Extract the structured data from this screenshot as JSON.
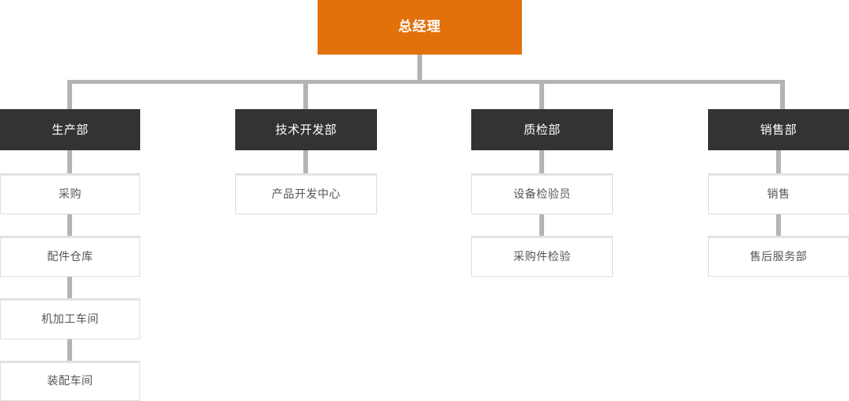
{
  "chart_title": "总经理",
  "colors": {
    "root_bg": "#e2710b",
    "dept_bg": "#333333",
    "unit_bg": "#ffffff",
    "unit_border": "#dedede",
    "unit_text": "#555555",
    "connector": "#b4b4b4",
    "white_text": "#ffffff"
  },
  "root": {
    "label": "总经理"
  },
  "departments": [
    {
      "label": "生产部",
      "children": [
        {
          "label": "采购"
        },
        {
          "label": "配件仓库"
        },
        {
          "label": "机加工车间"
        },
        {
          "label": "装配车间"
        }
      ]
    },
    {
      "label": "技术开发部",
      "children": [
        {
          "label": "产品开发中心"
        }
      ]
    },
    {
      "label": "质检部",
      "children": [
        {
          "label": "设备检验员"
        },
        {
          "label": "采购件检验"
        }
      ]
    },
    {
      "label": "销售部",
      "children": [
        {
          "label": "销售"
        },
        {
          "label": "售后服务部"
        }
      ]
    }
  ]
}
